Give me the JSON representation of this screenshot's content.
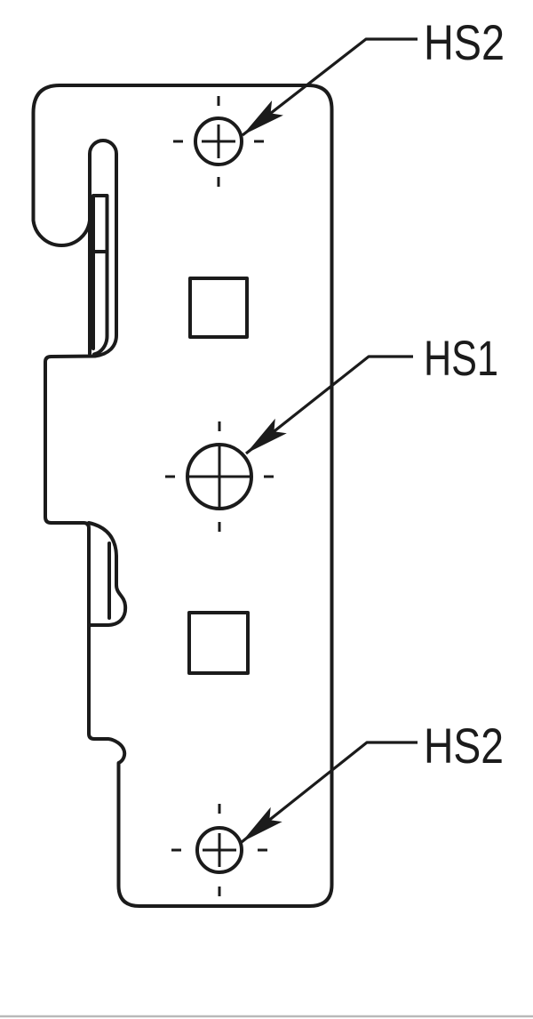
{
  "page": {
    "background": "#ffffff",
    "footer_rule_color": "#b9b9b9"
  },
  "drawing": {
    "type": "engineering-line-drawing",
    "subject": "mounting-bracket-side-profile",
    "line_color": "#1b1b1b",
    "labels": {
      "top": "HS2",
      "middle": "HS1",
      "bottom": "HS2"
    },
    "holes": [
      {
        "position": "top",
        "label": "HS2",
        "size": "small"
      },
      {
        "position": "middle",
        "label": "HS1",
        "size": "large"
      },
      {
        "position": "bottom",
        "label": "HS2",
        "size": "small"
      }
    ],
    "cutouts": [
      "square-upper",
      "square-lower"
    ]
  }
}
